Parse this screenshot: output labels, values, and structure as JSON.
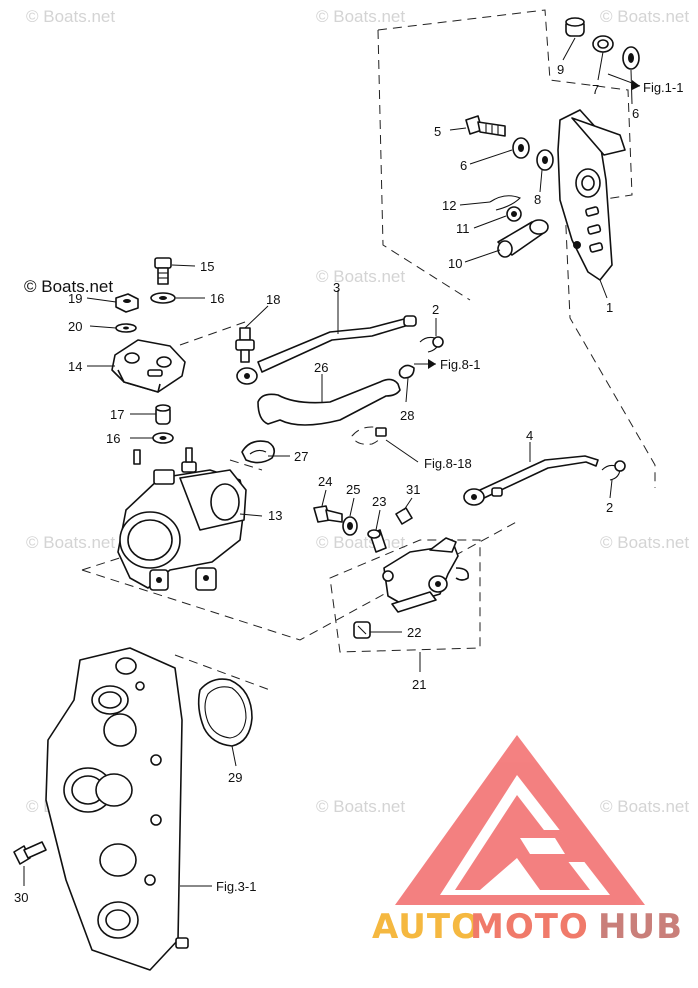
{
  "watermarks": {
    "small": "© Boats.net",
    "big": "© Boats.net"
  },
  "logo": {
    "part1": "AUTO",
    "part2": "MOTO",
    "part3": "HUB",
    "colors": {
      "auto": "#f5b840",
      "moto": "#f07a6a",
      "hub": "#c97f7a",
      "triangle": "#f26b6b"
    }
  },
  "callouts": {
    "p1": "1",
    "p2a": "2",
    "p2b": "2",
    "p3": "3",
    "p4": "4",
    "p5": "5",
    "p6a": "6",
    "p6b": "6",
    "p7": "7",
    "p8": "8",
    "p9": "9",
    "p10": "10",
    "p11": "11",
    "p12": "12",
    "p13": "13",
    "p14": "14",
    "p15": "15",
    "p16a": "16",
    "p16b": "16",
    "p17": "17",
    "p18": "18",
    "p19": "19",
    "p20": "20",
    "p21": "21",
    "p22": "22",
    "p23": "23",
    "p24": "24",
    "p25": "25",
    "p26": "26",
    "p27": "27",
    "p28": "28",
    "p29": "29",
    "p30": "30",
    "p31": "31"
  },
  "refs": {
    "fig1_1": "Fig.1-1",
    "fig8_1": "Fig.8-1",
    "fig8_18": "Fig.8-18",
    "fig3_1": "Fig.3-1"
  }
}
